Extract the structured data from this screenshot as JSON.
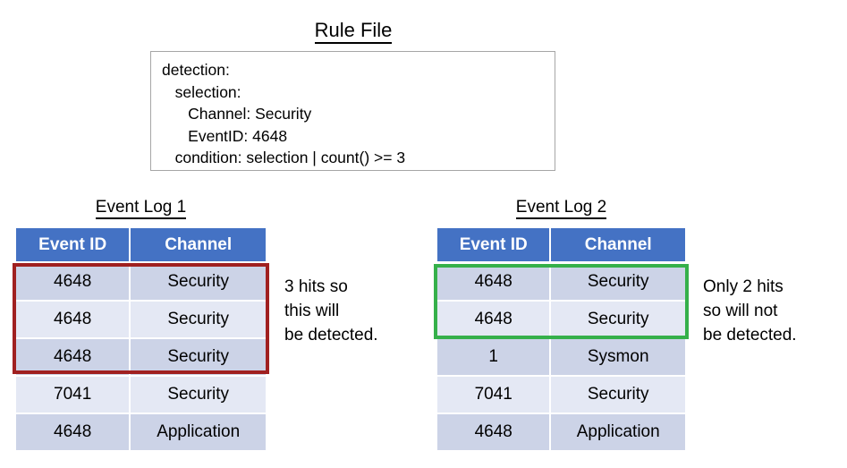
{
  "rule_file": {
    "title": "Rule File",
    "lines": [
      "detection:",
      "   selection:",
      "      Channel: Security",
      "      EventID: 4648",
      "   condition: selection | count() >= 3"
    ]
  },
  "logs": [
    {
      "title": "Event Log 1",
      "columns": [
        "Event ID",
        "Channel"
      ],
      "rows": [
        [
          "4648",
          "Security"
        ],
        [
          "4648",
          "Security"
        ],
        [
          "4648",
          "Security"
        ],
        [
          "7041",
          "Security"
        ],
        [
          "4648",
          "Application"
        ]
      ],
      "highlight": {
        "color": "#a02020",
        "rows": [
          0,
          1,
          2
        ]
      },
      "note": "3 hits so\nthis will\nbe detected."
    },
    {
      "title": "Event Log 2",
      "columns": [
        "Event ID",
        "Channel"
      ],
      "rows": [
        [
          "4648",
          "Security"
        ],
        [
          "4648",
          "Security"
        ],
        [
          "1",
          "Sysmon"
        ],
        [
          "7041",
          "Security"
        ],
        [
          "4648",
          "Application"
        ]
      ],
      "highlight": {
        "color": "#35b04a",
        "rows": [
          0,
          1
        ]
      },
      "note": "Only 2 hits\nso will not\nbe detected."
    }
  ],
  "colors": {
    "header_blue": "#4472c4",
    "row_dark": "#ccd3e7",
    "row_light": "#e4e8f4",
    "highlight_red": "#a02020",
    "highlight_green": "#35b04a",
    "box_border": "#a6a6a6"
  }
}
